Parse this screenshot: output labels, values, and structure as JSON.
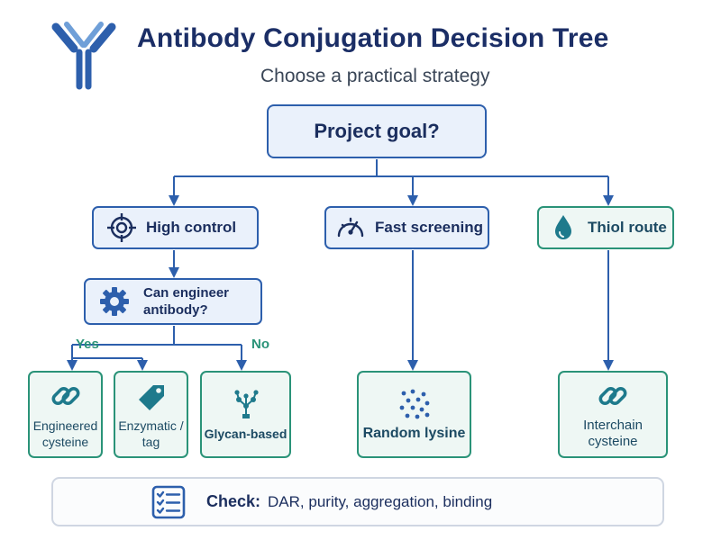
{
  "header": {
    "logo_icon": "antibody-icon",
    "title": "Antibody Conjugation Decision Tree",
    "subtitle": "Choose a practical strategy"
  },
  "root": {
    "label": "Project goal?"
  },
  "branches": {
    "high_control": {
      "label": "High control",
      "icon": "crosshair-icon"
    },
    "fast_screening": {
      "label": "Fast screening",
      "icon": "speedometer-icon"
    },
    "thiol_route": {
      "label": "Thiol route",
      "icon": "droplet-icon"
    }
  },
  "decision": {
    "line1": "Can engineer",
    "line2": "antibody?",
    "icon": "gear-icon"
  },
  "edge_labels": {
    "yes": "Yes",
    "no": "No"
  },
  "leaves": {
    "engineered_cysteine": {
      "line1": "Engineered",
      "line2": "cysteine",
      "icon": "chain-link-icon"
    },
    "enzymatic_tag": {
      "line1": "Enzymatic /",
      "line2": "tag",
      "icon": "tag-icon"
    },
    "glycan_based": {
      "label": "Glycan-based",
      "icon": "glycan-icon"
    },
    "random_lysine": {
      "label": "Random lysine",
      "icon": "dots-icon"
    },
    "interchain_cysteine": {
      "line1": "Interchain",
      "line2": "cysteine",
      "icon": "chain-link-icon"
    }
  },
  "check": {
    "label": "Check:",
    "items": "DAR, purity, aggregation, binding",
    "icon": "checklist-icon"
  },
  "colors": {
    "navy": "#1b2e66",
    "blue_border": "#2d5fac",
    "blue_fill": "#eaf1fb",
    "green_border": "#2a9378",
    "green_fill": "#eef7f4"
  }
}
